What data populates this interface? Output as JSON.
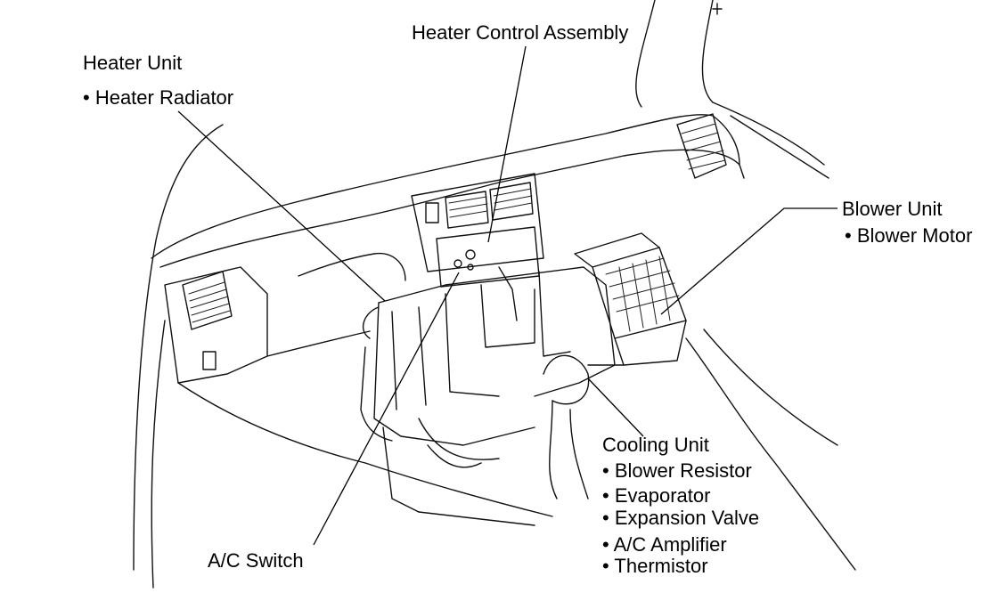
{
  "labels": {
    "heater_control_assembly": "Heater Control Assembly",
    "heater_unit": "Heater Unit",
    "heater_radiator": "• Heater Radiator",
    "blower_unit": "Blower Unit",
    "blower_motor": "• Blower Motor",
    "cooling_unit": "Cooling Unit",
    "blower_resistor": "• Blower Resistor",
    "evaporator": "• Evaporator",
    "expansion_valve": "• Expansion Valve",
    "ac_amplifier": "• A/C Amplifier",
    "thermistor": "• Thermistor",
    "ac_switch": "A/C Switch"
  }
}
